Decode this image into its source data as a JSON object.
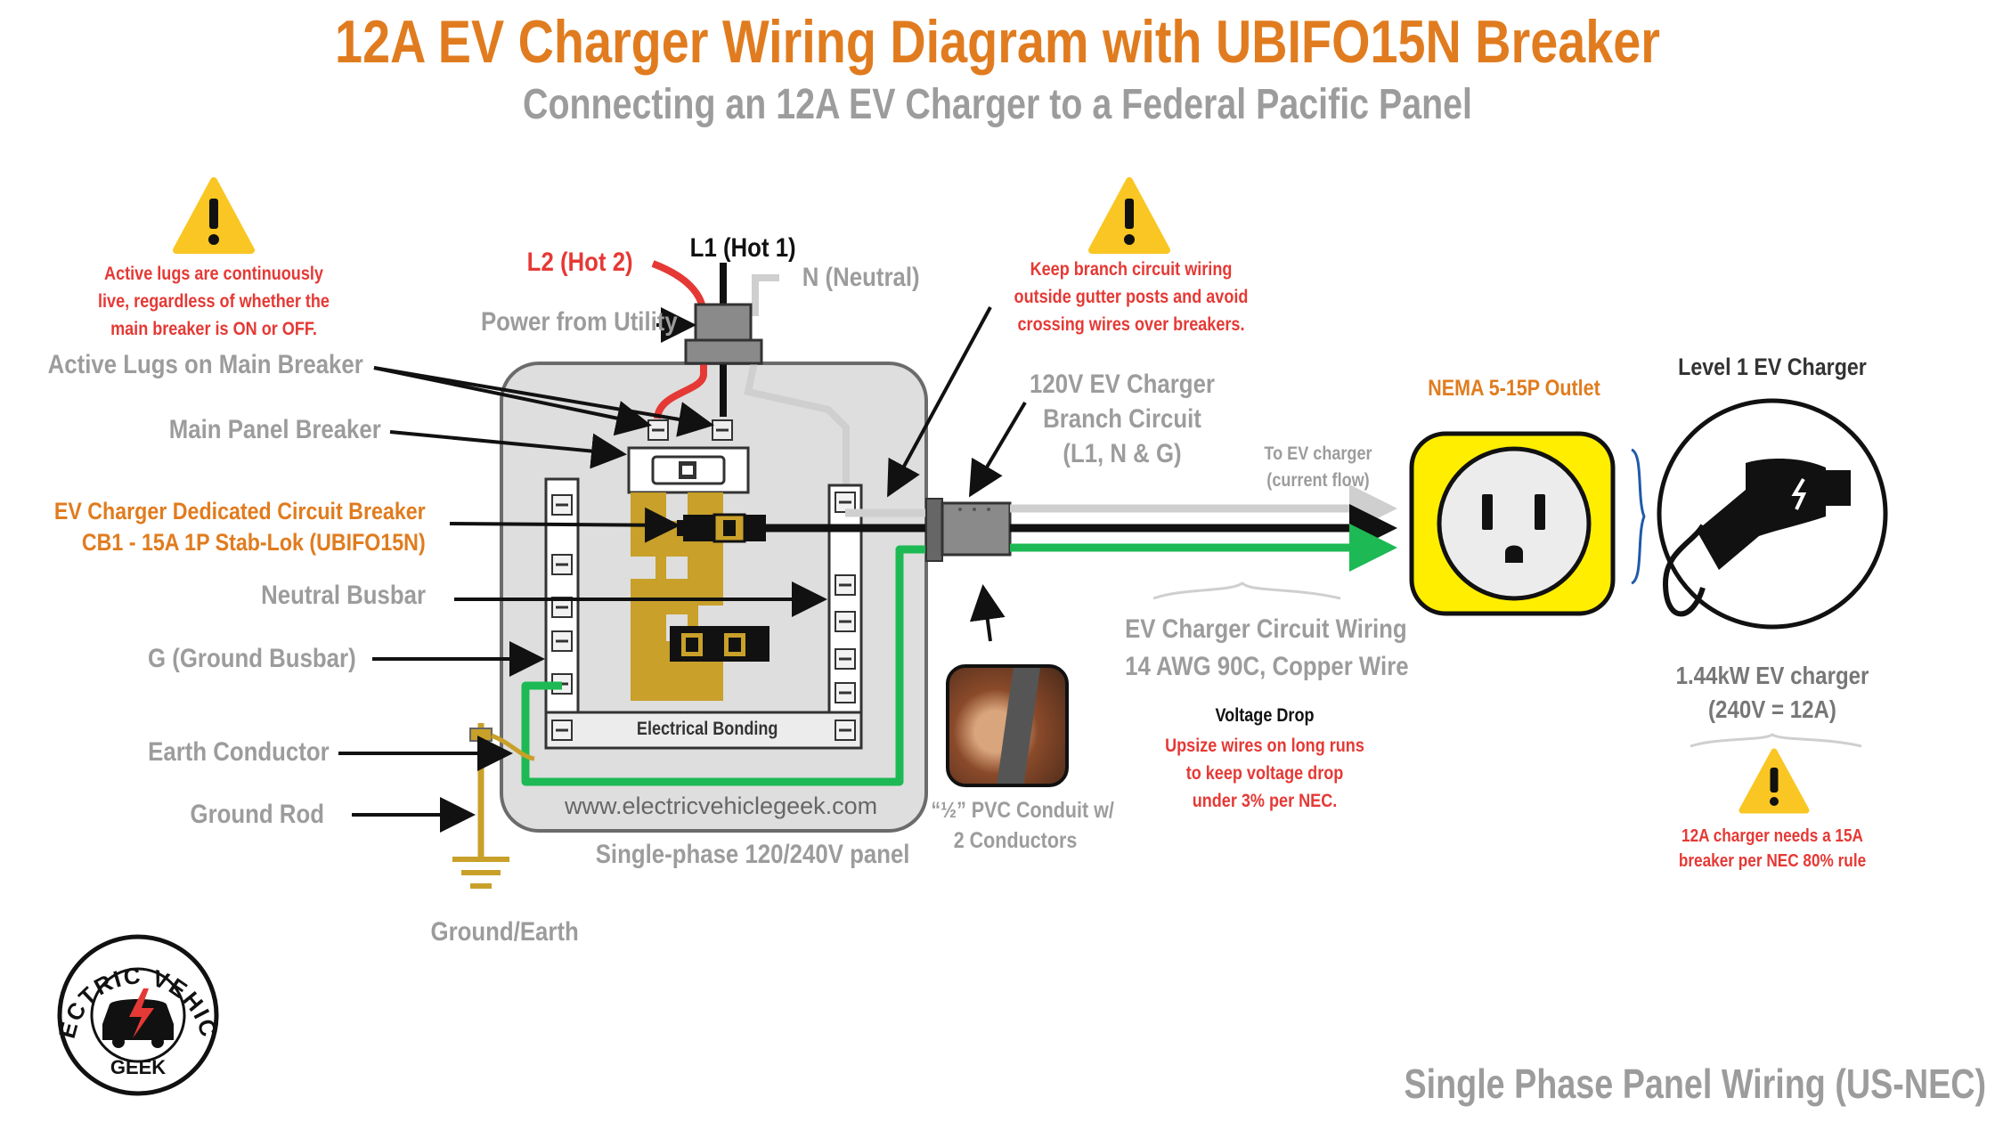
{
  "header": {
    "title": "12A EV Charger Wiring Diagram with UBIFO15N Breaker",
    "subtitle": "Connecting an 12A EV Charger to a Federal Pacific Panel"
  },
  "labels": {
    "active_lugs_warning": [
      "Active lugs are continuously",
      "live, regardless of whether the",
      "main breaker is ON or OFF."
    ],
    "l2": "L2 (Hot 2)",
    "l1": "L1 (Hot 1)",
    "neutral": "N (Neutral)",
    "power_from_utility": "Power from Utility",
    "active_lugs": "Active Lugs on Main Breaker",
    "main_panel_breaker": "Main Panel Breaker",
    "ev_breaker_line1": "EV Charger Dedicated Circuit Breaker",
    "ev_breaker_line2": "CB1 - 15A 1P Stab-Lok (UBIFO15N)",
    "neutral_busbar": "Neutral Busbar",
    "ground_busbar": "G (Ground Busbar)",
    "earth_conductor": "Earth Conductor",
    "ground_rod": "Ground Rod",
    "ground_earth": "Ground/Earth",
    "electrical_bonding": "Electrical Bonding",
    "website": "www.electricvehiclegeek.com",
    "panel_type": "Single-phase 120/240V panel",
    "gutter_warning": [
      "Keep branch circuit wiring",
      "outside gutter posts and avoid",
      "crossing wires over breakers."
    ],
    "branch_circuit": [
      "120V EV Charger",
      "Branch Circuit",
      "(L1, N & G)"
    ],
    "to_ev_charger": [
      "To EV charger",
      "(current flow)"
    ],
    "conduit": [
      "“½” PVC Conduit w/",
      "2 Conductors"
    ],
    "circuit_wiring": [
      "EV Charger Circuit Wiring",
      "14 AWG 90C, Copper Wire"
    ],
    "voltage_drop_title": "Voltage Drop",
    "voltage_drop_body": [
      "Upsize wires on long runs",
      "to keep voltage drop",
      "under 3% per NEC."
    ],
    "outlet": "NEMA 5-15P Outlet",
    "charger_title": "Level 1 EV Charger",
    "charger_power": [
      "1.44kW EV charger",
      "(240V = 12A)"
    ],
    "charger_warning": [
      "12A charger needs a 15A",
      "breaker per NEC 80% rule"
    ],
    "logo_top": "ELECTRIC VEHICLE",
    "logo_bottom": "GEEK",
    "footer": "Single Phase Panel Wiring (US-NEC)"
  },
  "colors": {
    "title": "#e07c1f",
    "gray_text": "#9c9c9c",
    "red_text": "#e53935",
    "hot_red": "#e53935",
    "hot_black": "#111111",
    "neutral_wire": "#cfcfcf",
    "ground_green": "#1db954",
    "bus_gold": "#c8a02a",
    "outlet_yellow": "#ffee00",
    "warning_yellow": "#f9c623"
  },
  "icons": [
    "warning-icon",
    "ev-plug-icon",
    "outlet-icon",
    "logo-car-icon"
  ]
}
